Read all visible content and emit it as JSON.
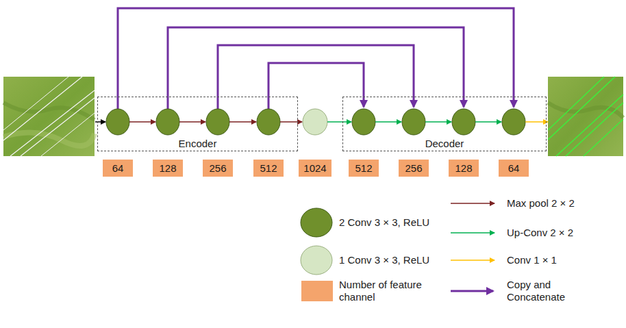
{
  "diagram": {
    "nodes": [
      {
        "text": [
          "Encoder"
        ]
      },
      {
        "text": [
          "Decoder"
        ]
      },
      {
        "text": [
          "64"
        ]
      },
      {
        "text": [
          "128"
        ]
      },
      {
        "text": [
          "256"
        ]
      },
      {
        "text": [
          "512"
        ]
      },
      {
        "text": [
          "1024"
        ]
      },
      {
        "text": [
          "512"
        ]
      },
      {
        "text": [
          "256"
        ]
      },
      {
        "text": [
          "128"
        ]
      },
      {
        "text": [
          "64"
        ]
      }
    ],
    "legend": [
      {
        "text": "2 Conv 3 × 3, ReLU"
      },
      {
        "text": "1 Conv 3 × 3, ReLU"
      },
      {
        "text": "Number of feature channel",
        "color": "#f4a46c"
      },
      {
        "text": "Max pool 2 × 2"
      },
      {
        "text": "Up-Conv 2 × 2"
      },
      {
        "text": "Conv 1 × 1"
      },
      {
        "text": "Copy and Concatenate"
      }
    ]
  }
}
